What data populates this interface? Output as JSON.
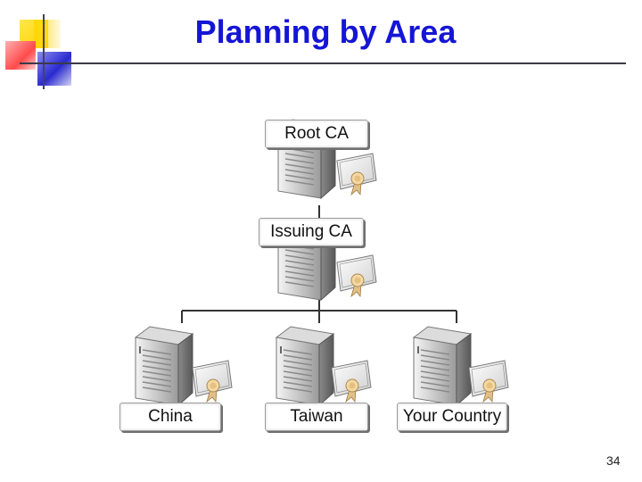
{
  "title": "Planning by Area",
  "nodes": {
    "root": "Root CA",
    "issuing": "Issuing CA",
    "children": [
      "China",
      "Taiwan",
      "Your Country"
    ]
  },
  "page_number": "34",
  "colors": {
    "title": "#1515d6",
    "deco_yellow": "#ffd700",
    "deco_red": "#ff4a4a",
    "deco_blue": "#2a2ad0",
    "connector": "#333333"
  },
  "icons": [
    "server-icon",
    "certificate-icon"
  ]
}
